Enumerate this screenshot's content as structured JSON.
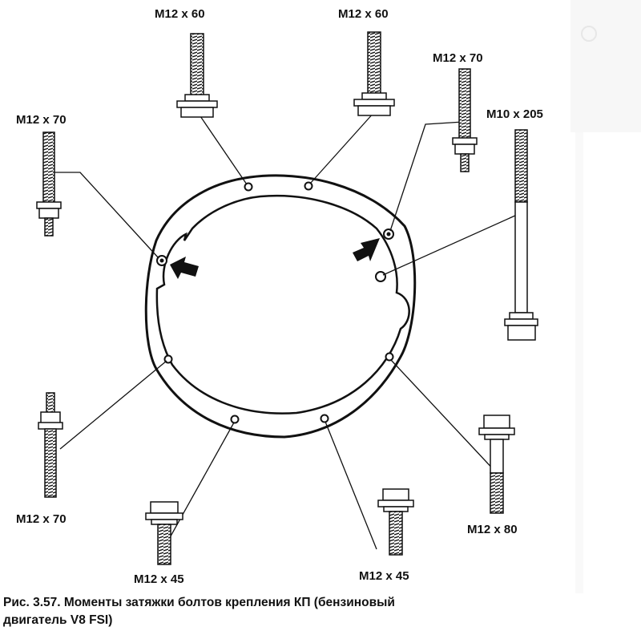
{
  "labels": {
    "top_left": "M12 x 60",
    "top_right": "M12 x 60",
    "upper_right": "M12 x 70",
    "far_right": "M10 x 205",
    "upper_left": "M12 x 70",
    "lower_left": "M12 x 70",
    "bottom_left": "M12 x 45",
    "bottom_right": "M12 x 45",
    "lower_right": "M12 x 80"
  },
  "caption": {
    "line1": "Рис. 3.57. Моменты затяжки болтов крепления КП (бензиновый",
    "line2": "двигатель V8 FSI)"
  }
}
